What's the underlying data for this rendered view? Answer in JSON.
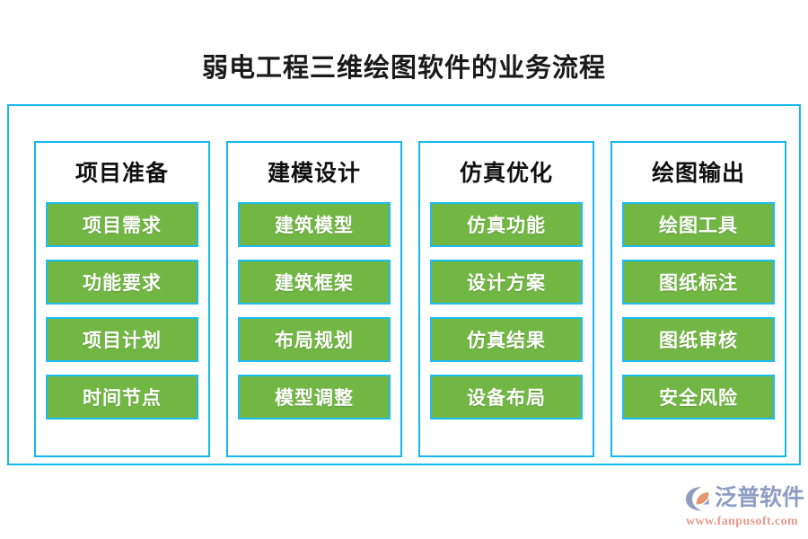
{
  "title": "弱电工程三维绘图软件的业务流程",
  "colors": {
    "frame_border": "#14b8ef",
    "item_fill": "#72b744",
    "item_border": "#1ebdf0",
    "item_text": "#ffffff",
    "title_text": "#1a1a1a",
    "logo_name": "#8e9dc2",
    "logo_url": "#e79a8c",
    "logo_mark_arc": "#8e9dc2",
    "logo_mark_inner": "#e4976f"
  },
  "columns": [
    {
      "title": "项目准备",
      "items": [
        "项目需求",
        "功能要求",
        "项目计划",
        "时间节点"
      ]
    },
    {
      "title": "建模设计",
      "items": [
        "建筑模型",
        "建筑框架",
        "布局规划",
        "模型调整"
      ]
    },
    {
      "title": "仿真优化",
      "items": [
        "仿真功能",
        "设计方案",
        "仿真结果",
        "设备布局"
      ]
    },
    {
      "title": "绘图输出",
      "items": [
        "绘图工具",
        "图纸标注",
        "图纸审核",
        "安全风险"
      ]
    }
  ],
  "logo": {
    "name": "泛普软件",
    "url": "www.fanpusoft.com"
  }
}
